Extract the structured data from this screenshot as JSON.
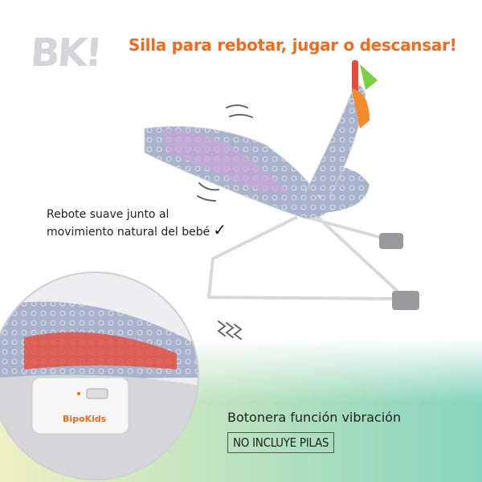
{
  "brand": {
    "logo": "BK!"
  },
  "headline": "Silla para rebotar, jugar o descansar!",
  "note": {
    "line1": "Rebote suave junto al",
    "line2": "movimiento natural del bebé",
    "check_icon": "✓"
  },
  "inset": {
    "device_brand": "BipoKids"
  },
  "feature": "Botonera función vibración",
  "badge": "NO INCLUYE PILAS",
  "colors": {
    "accent": "#f26b1d",
    "gradient_left": "#eef0c2",
    "gradient_right": "#86d5bd",
    "logo": "#d4d5d7"
  }
}
